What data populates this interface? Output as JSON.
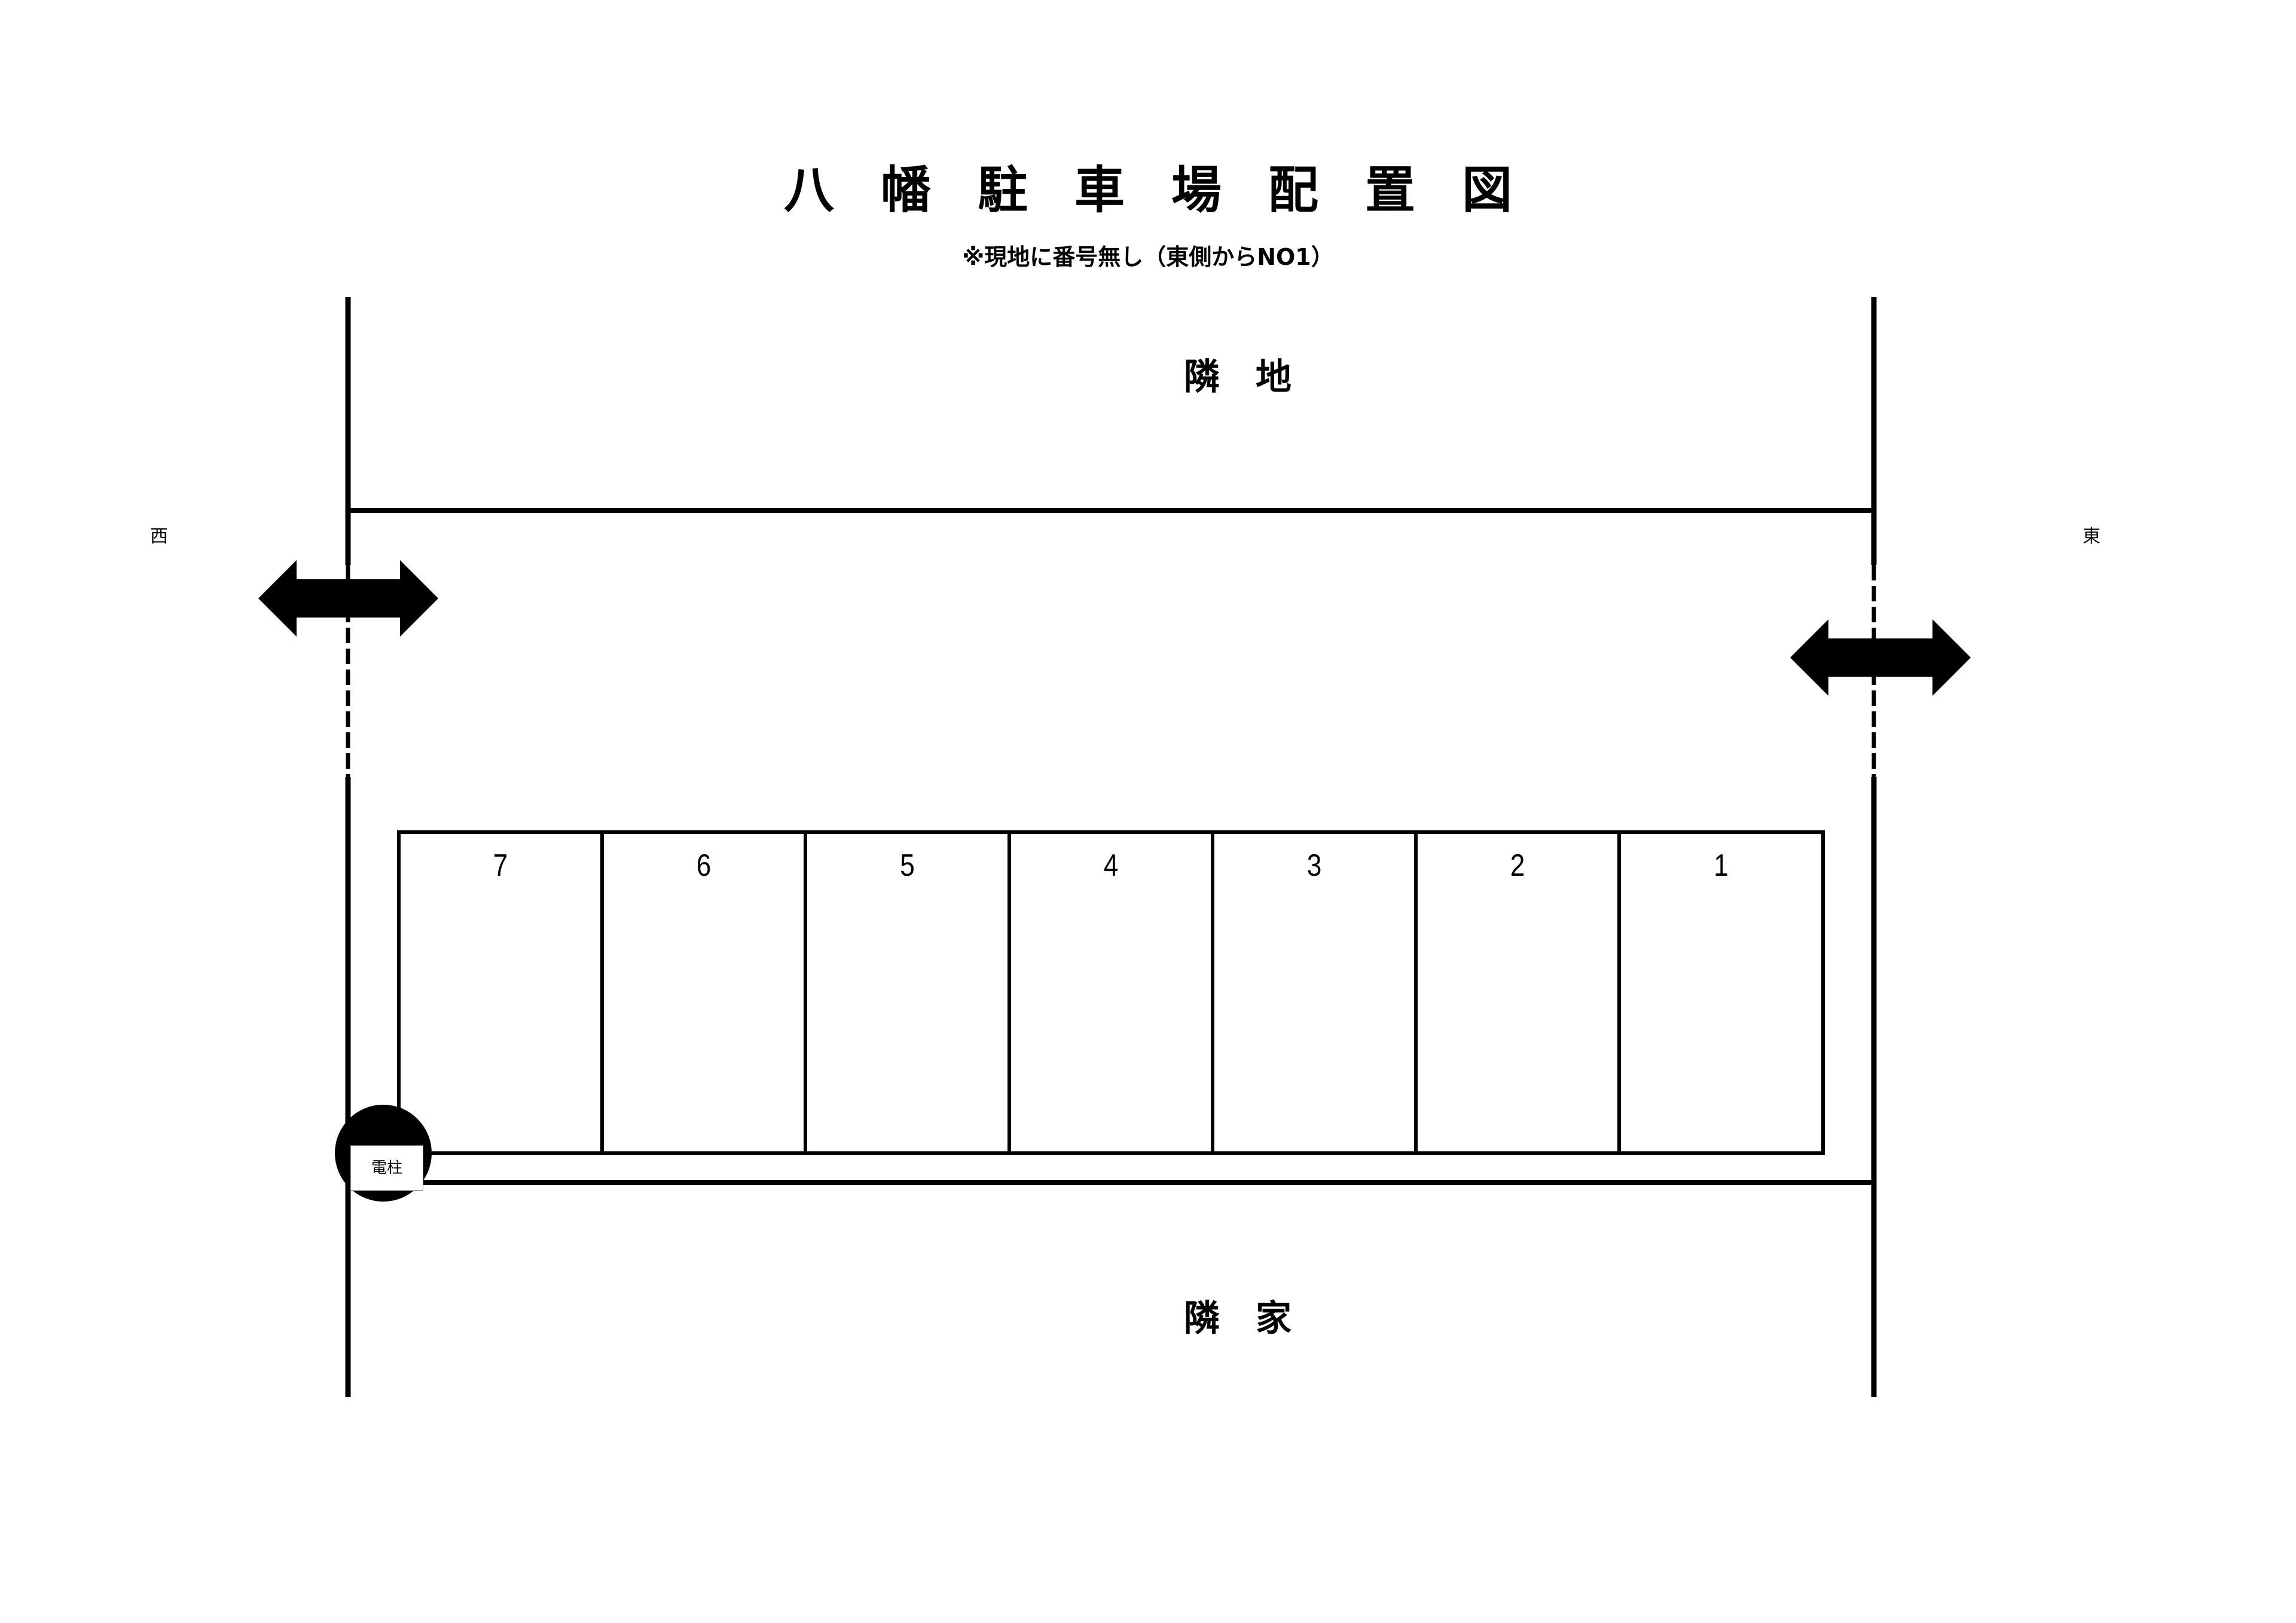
{
  "document": {
    "title": "八幡駐車場配置図",
    "subtitle": "※現地に番号無し（東側からNO1）"
  },
  "labels": {
    "north_neighbor": "隣地",
    "south_neighbor": "隣家",
    "west": "西",
    "east": "東",
    "utility_pole": "電柱"
  },
  "stalls": [
    {
      "number": "7"
    },
    {
      "number": "6"
    },
    {
      "number": "5"
    },
    {
      "number": "4"
    },
    {
      "number": "3"
    },
    {
      "number": "2"
    },
    {
      "number": "1"
    }
  ],
  "icons": {
    "west_entrance": "double-arrow-horizontal",
    "east_entrance": "double-arrow-horizontal",
    "utility_pole": "filled-circle"
  },
  "colors": {
    "line": "#000000",
    "background": "#ffffff"
  }
}
